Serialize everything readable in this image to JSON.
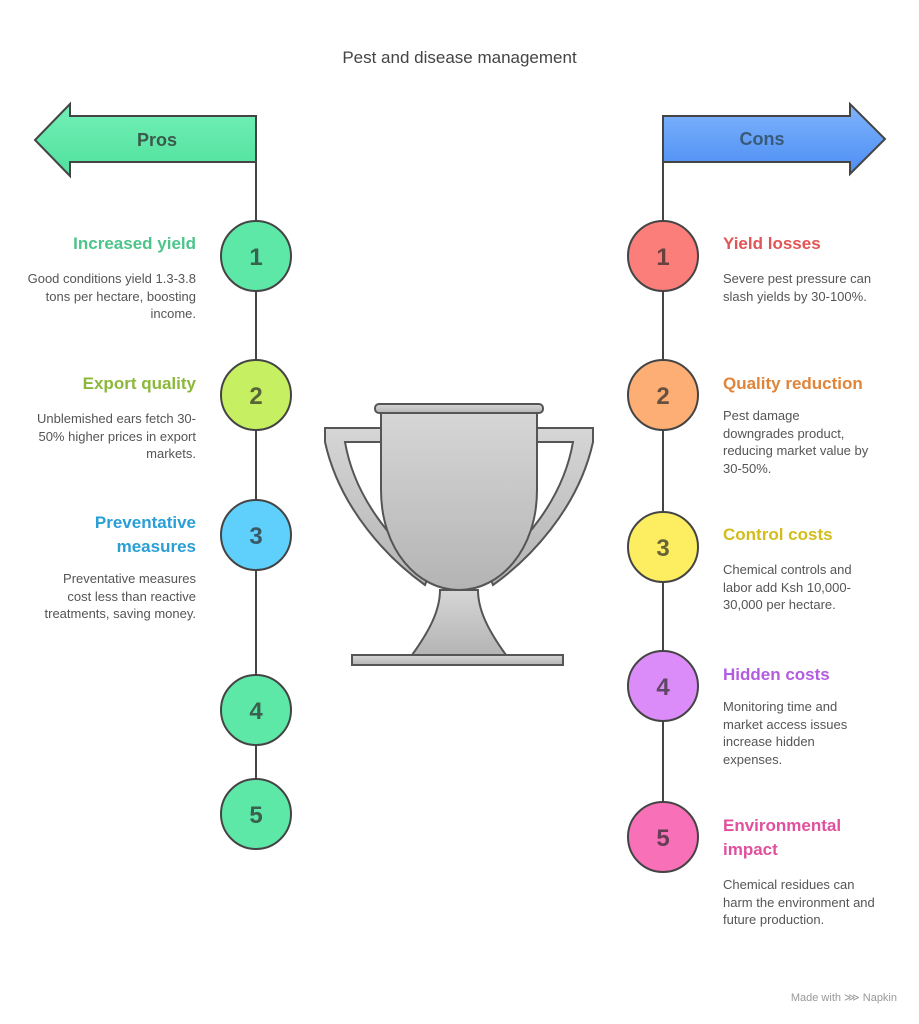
{
  "title": "Pest and disease management",
  "pros": {
    "label": "Pros",
    "color": "#5ee8a8",
    "items": [
      {
        "num": "1",
        "title": "Increased yield",
        "desc": "Good conditions yield 1.3-3.8 tons per hectare, boosting income.",
        "fill": "#5ee8a8",
        "text_color": "#4cc48a"
      },
      {
        "num": "2",
        "title": "Export quality",
        "desc": "Unblemished ears fetch 30-50% higher prices in export markets.",
        "fill": "#c6f062",
        "text_color": "#8cb83a"
      },
      {
        "num": "3",
        "title": "Preventative measures",
        "desc": "Preventative measures cost less than reactive treatments, saving money.",
        "fill": "#5fd0fc",
        "text_color": "#2a9fd6"
      },
      {
        "num": "4",
        "fill": "#5ee8a8"
      },
      {
        "num": "5",
        "fill": "#5ee8a8"
      }
    ]
  },
  "cons": {
    "label": "Cons",
    "color": "#5b9cf8",
    "items": [
      {
        "num": "1",
        "title": "Yield losses",
        "desc": "Severe pest pressure can slash yields by 30-100%.",
        "fill": "#fc7e7a",
        "text_color": "#e05555"
      },
      {
        "num": "2",
        "title": "Quality reduction",
        "desc": "Pest damage downgrades product, reducing market value by 30-50%.",
        "fill": "#fcae74",
        "text_color": "#e0843a"
      },
      {
        "num": "3",
        "title": "Control costs",
        "desc": "Chemical controls and labor add Ksh 10,000-30,000 per hectare.",
        "fill": "#fcee60",
        "text_color": "#d4bc1c"
      },
      {
        "num": "4",
        "title": "Hidden costs",
        "desc": "Monitoring time and market access issues increase hidden expenses.",
        "fill": "#dc8cf8",
        "text_color": "#b45ce0"
      },
      {
        "num": "5",
        "title": "Environmental impact",
        "desc": "Chemical residues can harm the environment and future production.",
        "fill": "#f870b8",
        "text_color": "#e0509c"
      }
    ]
  },
  "footer": "Made with ⋙ Napkin"
}
